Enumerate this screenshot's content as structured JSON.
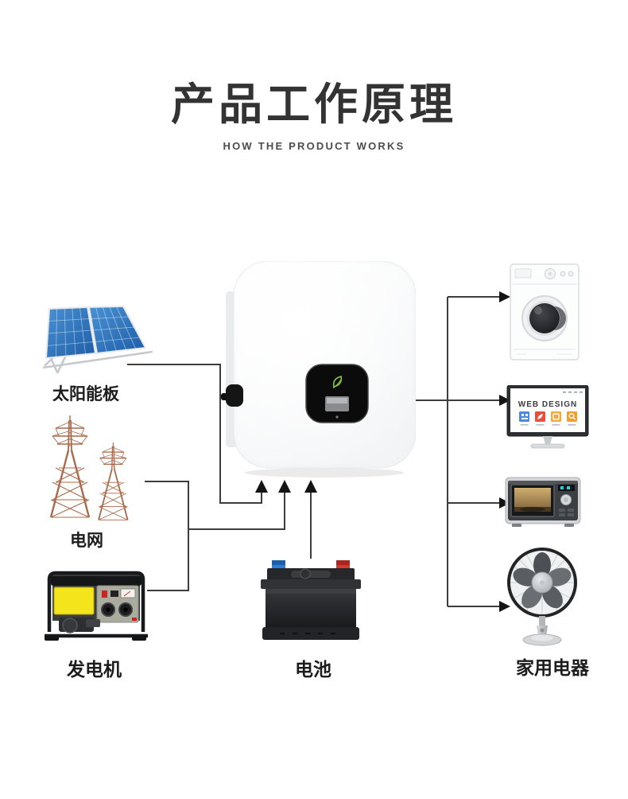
{
  "header": {
    "title": "产品工作原理",
    "subtitle": "HOW THE PRODUCT WORKS"
  },
  "nodes": {
    "solar_panel": {
      "label": "太阳能板"
    },
    "power_grid": {
      "label": "电网"
    },
    "generator": {
      "label": "发电机"
    },
    "battery": {
      "label": "电池"
    },
    "household_appliances": {
      "label": "家用电器"
    }
  },
  "monitor": {
    "screen_title": "WEB DESIGN"
  },
  "connections": [
    {
      "from": "solar_panel",
      "to": "inverter"
    },
    {
      "from": "power_grid",
      "to": "inverter"
    },
    {
      "from": "generator",
      "to": "inverter"
    },
    {
      "from": "battery",
      "to": "inverter"
    },
    {
      "from": "inverter",
      "to": "washing_machine"
    },
    {
      "from": "inverter",
      "to": "computer_monitor"
    },
    {
      "from": "inverter",
      "to": "microwave_oven"
    },
    {
      "from": "inverter",
      "to": "electric_fan"
    }
  ],
  "colors": {
    "line": "#3d3d3d",
    "title_text": "#333333",
    "label_text": "#1c1c1c",
    "inverter_leaf_green": "#8dc63f",
    "solar_panel_blue": "#2e6fb5",
    "generator_yellow": "#f4e41c",
    "battery_terminal_blue": "#2f7fd6",
    "battery_terminal_red": "#d6392e",
    "tower_rust": "#a96a4b",
    "monitor_tile_blue": "#4a89dc",
    "monitor_tile_red": "#e8503a",
    "monitor_tile_amber": "#f3a93c",
    "monitor_tile_orange": "#ef9f32",
    "microwave_display_teal": "#2ad0cc"
  }
}
